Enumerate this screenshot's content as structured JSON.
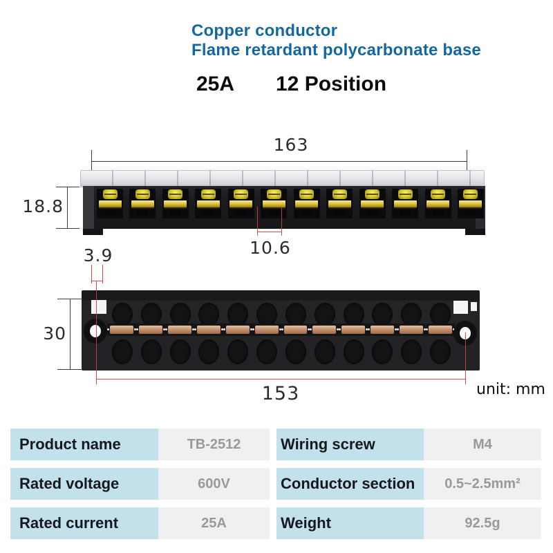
{
  "header": {
    "line1": "Copper conductor",
    "line2": "Flame retardant polycarbonate base",
    "rating": "25A",
    "positions": "12 Position"
  },
  "diagrams": {
    "front_view": {
      "overall_width_mm": "163",
      "height_mm": "18.8",
      "pitch_mm": "10.6",
      "positions_count": 12
    },
    "bottom_view": {
      "hole_offset_mm": "3.9",
      "height_mm": "30",
      "mount_spacing_mm": "153",
      "positions_count": 12
    },
    "unit_note": "unit: mm"
  },
  "colors": {
    "title_blue": "#15679f",
    "dimension_red": "#d43c3c",
    "table_label_blue": "#c3e1eb",
    "table_value_gray": "#f0f0f0",
    "brass": "#d9bc34",
    "copper": "#c59272"
  },
  "spec_table": {
    "rows": [
      [
        {
          "label": "Product name",
          "value": "TB-2512"
        },
        {
          "label": "Wiring screw",
          "value": "M4"
        }
      ],
      [
        {
          "label": "Rated voltage",
          "value": "600V"
        },
        {
          "label": "Conductor section",
          "value": "0.5~2.5mm²"
        }
      ],
      [
        {
          "label": "Rated current",
          "value": "25A"
        },
        {
          "label": "Weight",
          "value": "92.5g"
        }
      ]
    ]
  }
}
